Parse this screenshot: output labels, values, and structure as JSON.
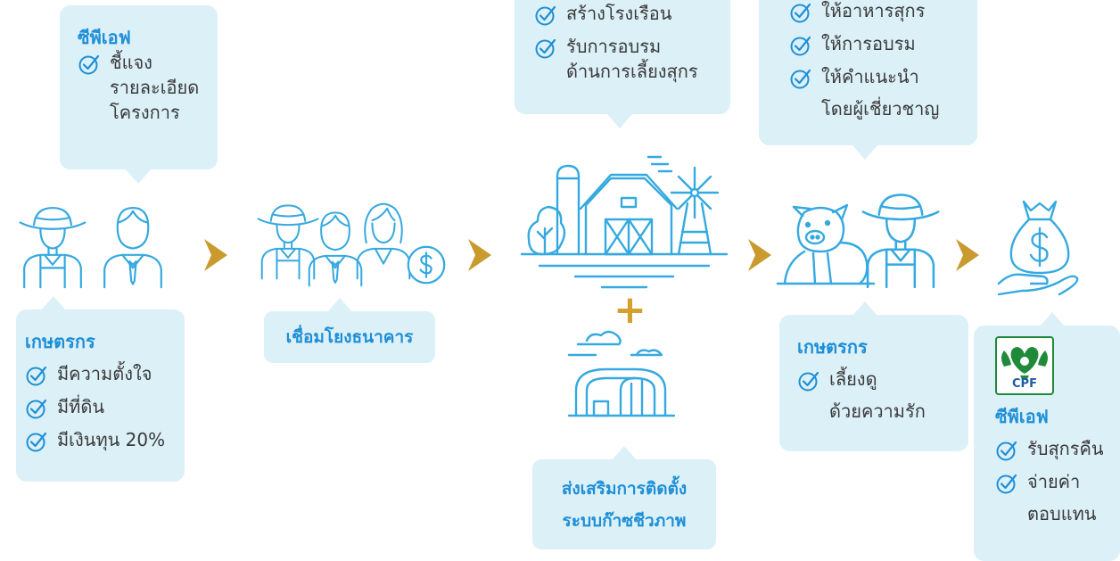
{
  "boxes": {
    "cpf_top": {
      "heading": "ซีพีเอฟ",
      "items": [
        "ชี้แจง",
        "รายละเอียด",
        "โครงการ"
      ]
    },
    "farm_top": {
      "items": [
        "สร้างโรงเรือน",
        "รับการอบรม",
        "ด้านการเลี้ยงสุกร"
      ]
    },
    "pig_top": {
      "items": [
        "ให้อาหารสุกร",
        "ให้การอบรม",
        "ให้คำแนะนำ",
        "โดยผู้เชี่ยวชาญ"
      ]
    },
    "farmer_bottom": {
      "heading": "เกษตรกร",
      "items": [
        "มีความตั้งใจ",
        "มีที่ดิน",
        "มีเงินทุน 20%"
      ]
    },
    "bank": {
      "label": "เชื่อมโยงธนาคาร"
    },
    "biogas": {
      "line1": "ส่งเสริมการติดตั้ง",
      "line2": "ระบบก๊าซชีวภาพ"
    },
    "farmer_raise": {
      "heading": "เกษตรกร",
      "items": [
        "เลี้ยงดู",
        "ด้วยความรัก"
      ]
    },
    "cpf_bottom": {
      "logo_text": "CPF",
      "heading": "ซีพีเอฟ",
      "items": [
        "รับสุกรคืน",
        "จ่ายค่า",
        "ตอบแทน"
      ]
    }
  },
  "plus_symbol": "+",
  "icons": [
    "check-circle-icon",
    "farmer-icon",
    "businessman-icon",
    "businesswoman-icon",
    "dollar-coin-icon",
    "farm-barn-icon",
    "windmill-icon",
    "silo-icon",
    "greenhouse-icon",
    "pig-icon",
    "money-bag-icon",
    "hand-icon",
    "arrow-right-icon",
    "cpf-logo"
  ],
  "colors": {
    "accent_blue": "#1e8fd6",
    "box_bg": "#dcf0f8",
    "icon_blue": "#35a9e0",
    "arrow_gold": "#c99a2e",
    "plus_gold": "#d4a12f",
    "cpf_green": "#1f8a3a"
  }
}
